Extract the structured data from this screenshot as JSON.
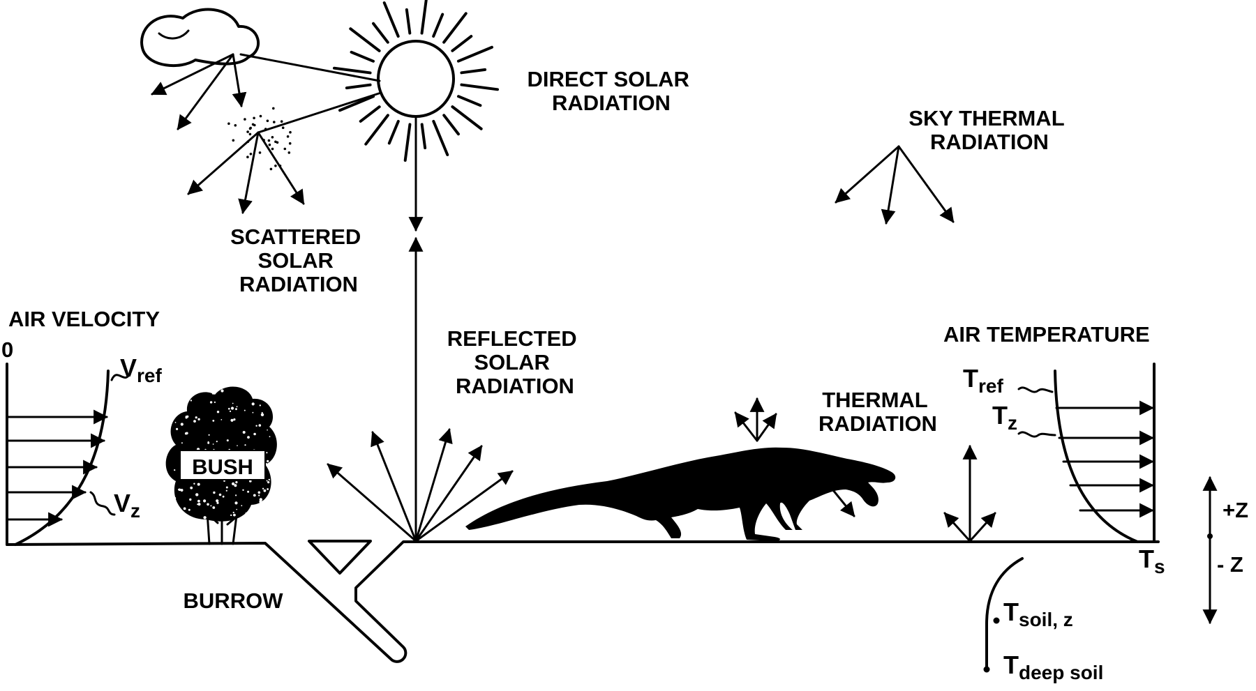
{
  "labels": {
    "direct_solar": [
      "DIRECT SOLAR",
      "RADIATION"
    ],
    "sky_thermal": [
      "SKY THERMAL",
      "RADIATION"
    ],
    "scattered_solar": [
      "SCATTERED",
      "SOLAR",
      "RADIATION"
    ],
    "reflected_solar": [
      "REFLECTED",
      "SOLAR",
      "RADIATION"
    ],
    "thermal_radiation": [
      "THERMAL",
      "RADIATION"
    ],
    "air_velocity": "AIR VELOCITY",
    "air_temperature": "AIR TEMPERATURE",
    "velocity_zero": "0",
    "bush": "BUSH",
    "burrow": "BURROW",
    "v_ref": {
      "base": "V",
      "sub": "ref"
    },
    "v_z": {
      "base": "V",
      "sub": "z"
    },
    "t_ref": {
      "base": "T",
      "sub": "ref"
    },
    "t_z": {
      "base": "T",
      "sub": "z"
    },
    "t_s": {
      "base": "T",
      "sub": "s"
    },
    "t_soil_z": {
      "base": "T",
      "sub": "soil, z"
    },
    "t_deep_soil": {
      "base": "T",
      "sub": "deep soil"
    },
    "plus_z": "+Z",
    "minus_z": "- Z"
  },
  "icons": [
    "sun-icon",
    "cloud-icon",
    "bush-icon",
    "lizard-icon"
  ],
  "colors": {
    "ink": "#000000",
    "background": "#ffffff"
  }
}
